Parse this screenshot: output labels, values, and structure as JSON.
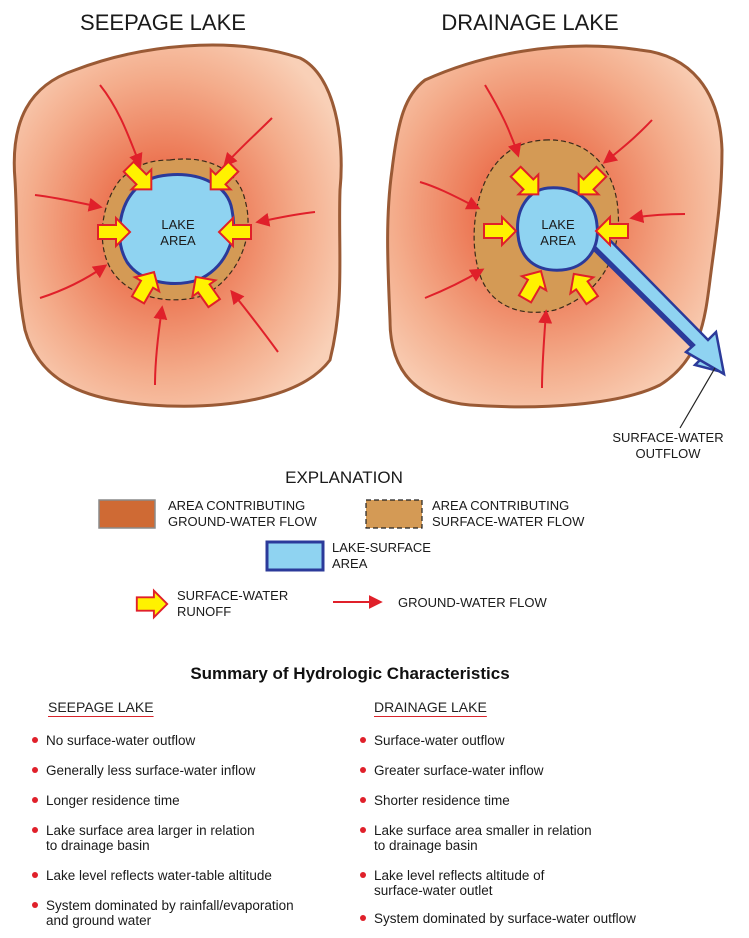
{
  "diagram": {
    "seepage_title": "SEEPAGE LAKE",
    "drainage_title": "DRAINAGE LAKE",
    "lake_label_seepage": [
      "LAKE",
      "AREA"
    ],
    "lake_label_drainage": [
      "LAKE",
      "AREA"
    ],
    "outflow_label": [
      "SURFACE-WATER",
      "OUTFLOW"
    ]
  },
  "explanation": {
    "title": "EXPLANATION",
    "items": {
      "groundwater_area": [
        "AREA CONTRIBUTING",
        "GROUND-WATER FLOW"
      ],
      "surfacewater_area": [
        "AREA CONTRIBUTING",
        "SURFACE-WATER FLOW"
      ],
      "lake_surface": [
        "LAKE-SURFACE",
        "AREA"
      ],
      "runoff": [
        "SURFACE-WATER",
        "RUNOFF"
      ],
      "groundwater_flow": "GROUND-WATER FLOW"
    }
  },
  "summary": {
    "title": "Summary of Hydrologic Characteristics",
    "seepage": {
      "heading": "SEEPAGE LAKE",
      "items": [
        "No surface-water outflow",
        "Generally less surface-water inflow",
        "Longer residence time",
        "Lake surface area larger in relation\n    to drainage basin",
        "Lake level reflects water-table altitude",
        "System dominated by rainfall/evaporation\n    and ground water"
      ]
    },
    "drainage": {
      "heading": "DRAINAGE LAKE",
      "items": [
        "Surface-water outflow",
        "Greater surface-water inflow",
        "Shorter residence time",
        "Lake surface area smaller in relation\n    to drainage basin",
        "Lake level reflects altitude of\n    surface-water outlet",
        "System dominated by surface-water outflow"
      ]
    }
  },
  "colors": {
    "basin_center": "#e8553a",
    "basin_edge": "#f8c6a6",
    "basin_border": "#9a5a35",
    "ring": "#d49a55",
    "lake": "#8fd3f1",
    "lake_border": "#2b3a9a",
    "runoff_fill": "#fff200",
    "runoff_stroke": "#e0202a",
    "gw_arrow": "#e0202a",
    "outflow_fill": "#8fd3f1"
  }
}
